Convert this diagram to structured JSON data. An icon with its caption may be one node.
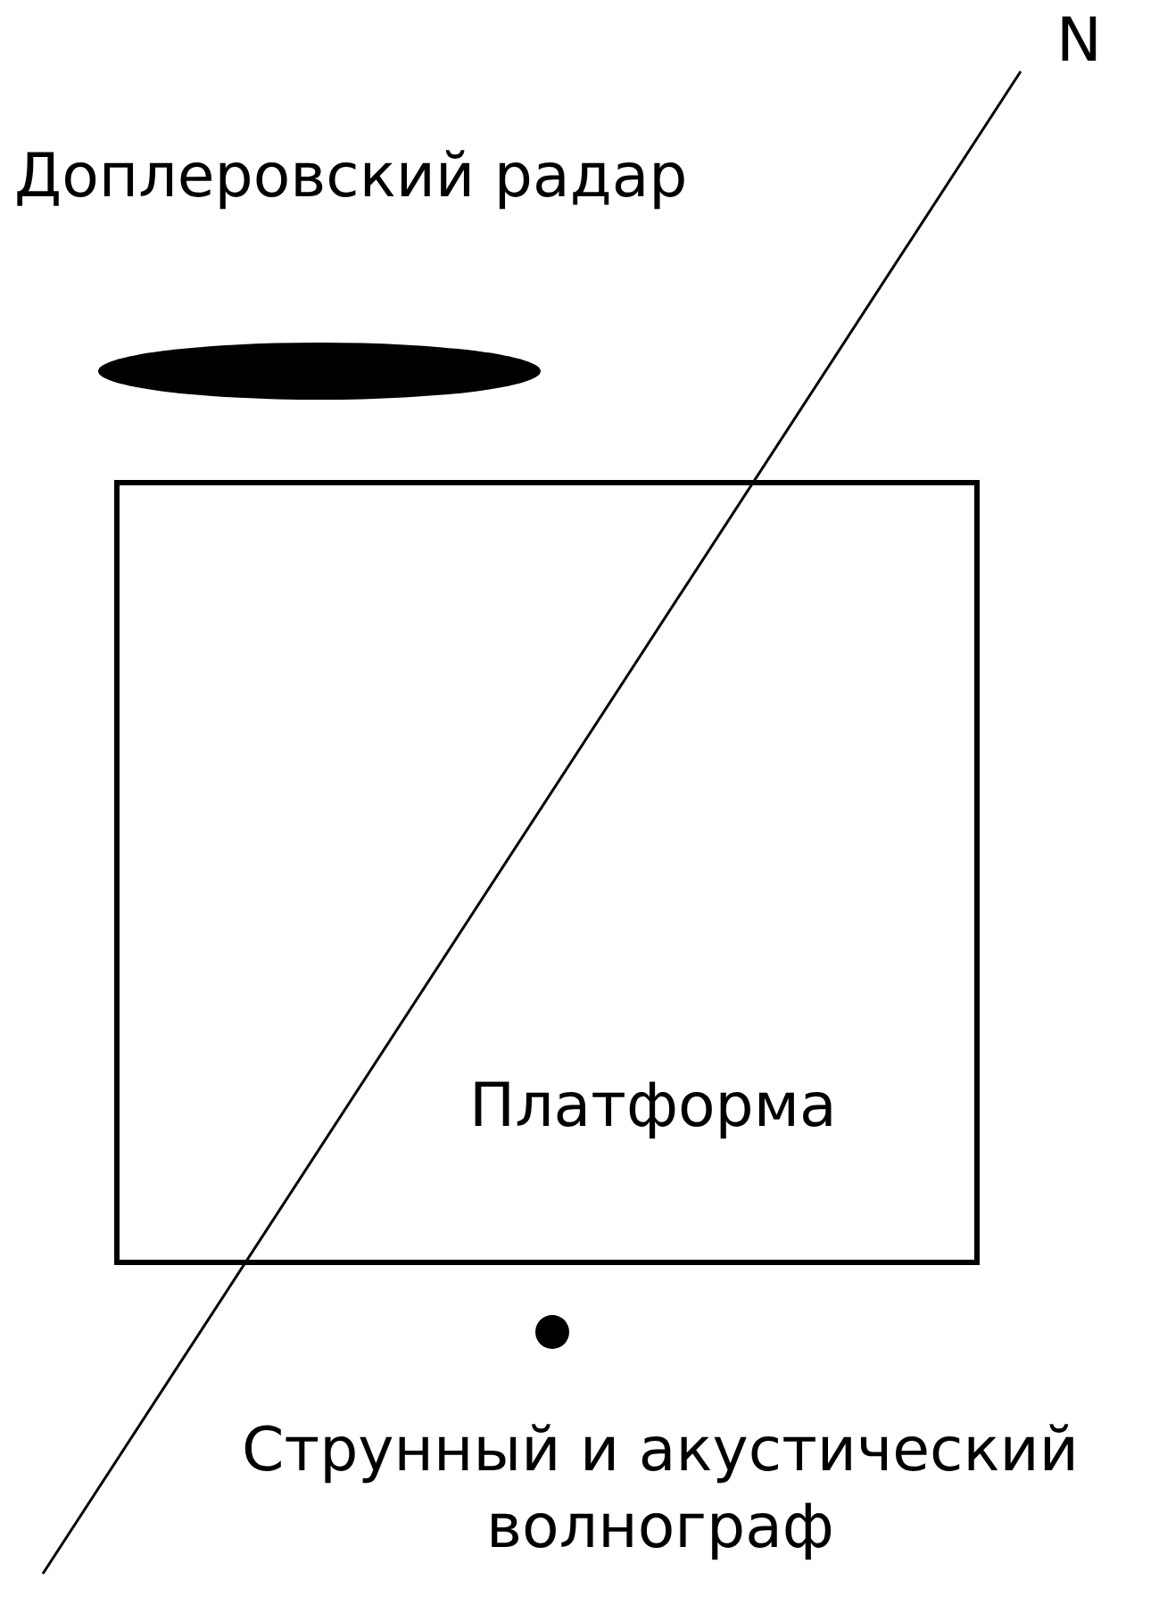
{
  "diagram": {
    "nodes": [
      {
        "text": [
          "Платформа"
        ]
      },
      {
        "text": [],
        "shape": "ellipse",
        "beside": [
          "Доплеровский радар"
        ]
      },
      {
        "text": [],
        "shape": "circle",
        "beside": [
          "Струнный и акустический волнограф"
        ]
      }
    ],
    "labels": [
      "N"
    ]
  }
}
